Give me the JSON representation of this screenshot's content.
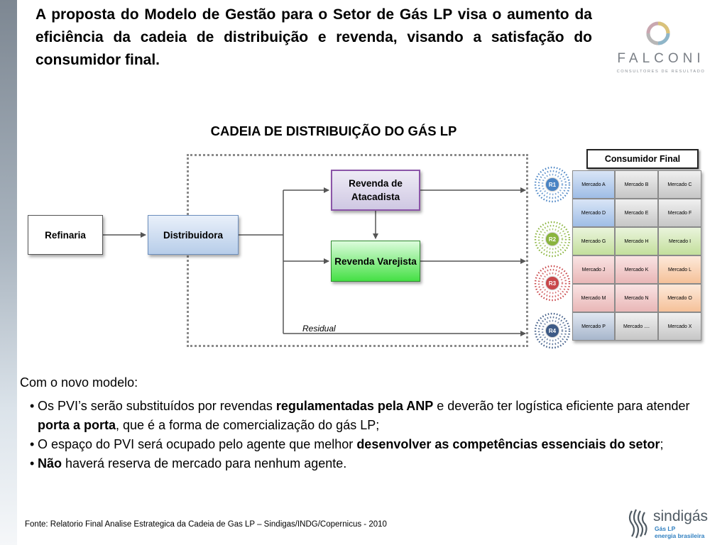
{
  "header": {
    "headline": "A proposta do Modelo de Gestão para o Setor de Gás LP visa o aumento da eficiência da cadeia de distribuição e revenda, visando a satisfação do consumidor final."
  },
  "falconi_logo": {
    "wordmark": "FALCONI",
    "tagline": "CONSULTORES DE RESULTADO"
  },
  "diagram": {
    "title": "CADEIA DE DISTRIBUIÇÃO DO GÁS LP",
    "nodes": {
      "refinaria": "Refinaria",
      "distribuidora": "Distribuidora",
      "atacadista": "Revenda de Atacadista",
      "varejista": "Revenda Varejista"
    },
    "residual_label": "Residual",
    "consumer_label": "Consumidor Final",
    "markets": [
      "Mercado A",
      "Mercado B",
      "Mercado C",
      "Mercado D",
      "Mercado E",
      "Mercado F",
      "Mercado G",
      "Mercado H",
      "Mercado I",
      "Mercado J",
      "Mercado K",
      "Mercado L",
      "Mercado M",
      "Mercado N",
      "Mercado O",
      "Mercado P",
      "Mercado ....",
      "Mercado X"
    ],
    "market_colors": [
      "blue",
      "gray",
      "gray",
      "blue",
      "gray",
      "gray",
      "green",
      "green",
      "green",
      "red",
      "red",
      "orange",
      "red",
      "red",
      "orange",
      "slate",
      "gray",
      "gray"
    ],
    "regions": [
      {
        "label": "R1",
        "color": "#4a84c4"
      },
      {
        "label": "R2",
        "color": "#8ab43e"
      },
      {
        "label": "R3",
        "color": "#c9474a"
      },
      {
        "label": "R4",
        "color": "#3d5a86"
      }
    ]
  },
  "body": {
    "intro": "Com o novo modelo:",
    "bullets": [
      {
        "segments": [
          {
            "text": "Os PVI’s serão substituídos por revendas ",
            "bold": false
          },
          {
            "text": "regulamentadas pela ANP",
            "bold": true
          },
          {
            "text": " e deverão ter logística eficiente para atender ",
            "bold": false
          },
          {
            "text": "porta a porta",
            "bold": true
          },
          {
            "text": ", que é a forma de comercialização do gás LP;",
            "bold": false
          }
        ]
      },
      {
        "segments": [
          {
            "text": "O espaço do PVI será ocupado pelo agente que melhor ",
            "bold": false
          },
          {
            "text": "desenvolver as competências essenciais do setor",
            "bold": true
          },
          {
            "text": ";",
            "bold": false
          }
        ]
      },
      {
        "segments": [
          {
            "text": "Não",
            "bold": true
          },
          {
            "text": " haverá reserva de mercado para nenhum agente.",
            "bold": false
          }
        ]
      }
    ]
  },
  "footer": {
    "source": "Fonte: Relatorio Final Analise Estrategica da Cadeia de Gas LP – Sindigas/INDG/Copernicus - 2010"
  },
  "sindigas_logo": {
    "name": "sindigás",
    "line1": "Gás LP",
    "line2": "energia brasileira"
  }
}
